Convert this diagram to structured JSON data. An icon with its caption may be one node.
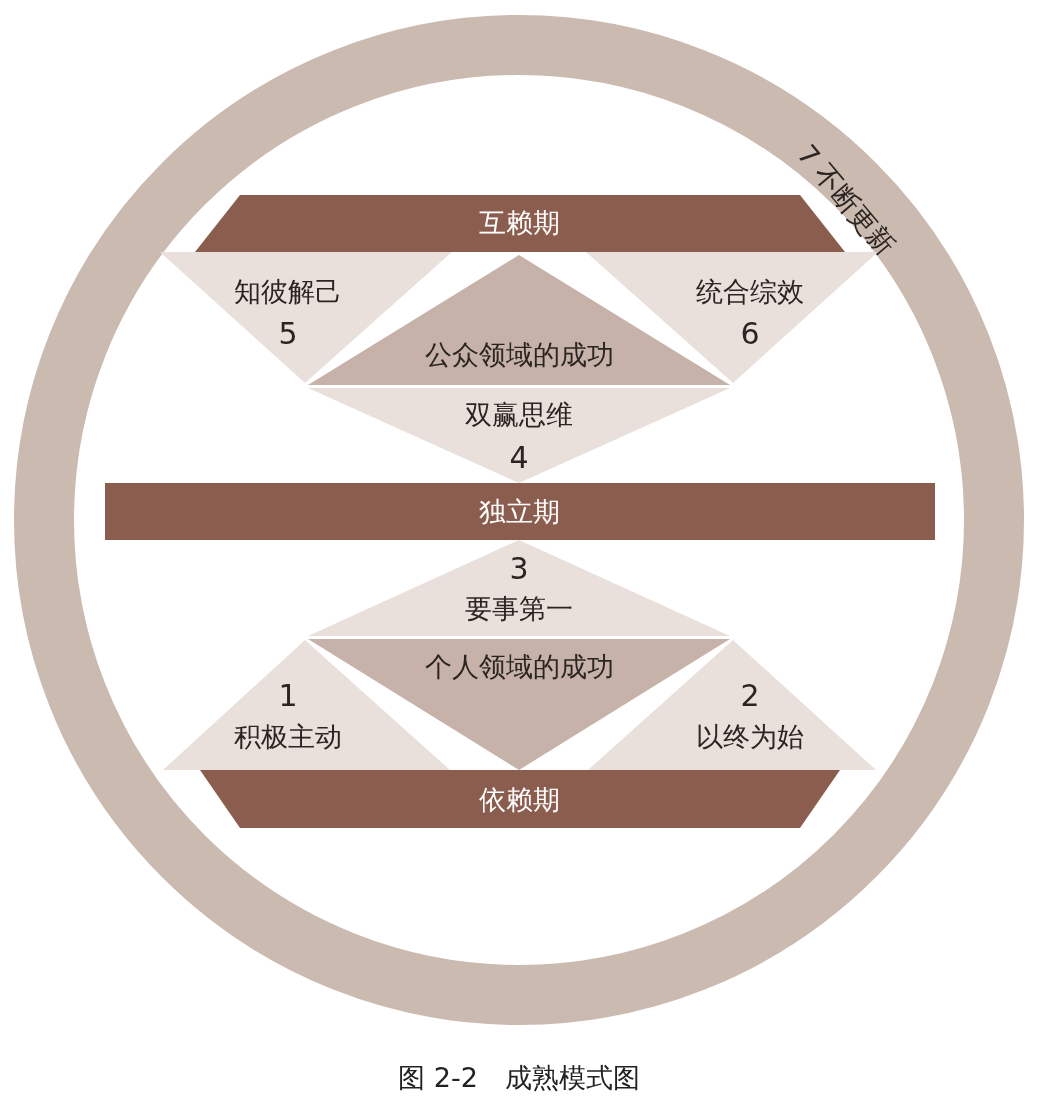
{
  "diagram": {
    "caption": "图 2-2　成熟模式图",
    "nodes": [
      {
        "text": [
          "7 不断更新"
        ]
      },
      {
        "text": [
          "互赖期"
        ],
        "in": 0
      },
      {
        "text": [
          "知彼解己",
          "5"
        ],
        "in": 0
      },
      {
        "text": [
          "公众领域的成功"
        ],
        "in": 0
      },
      {
        "text": [
          "统合综效",
          "6"
        ],
        "in": 0
      },
      {
        "text": [
          "双赢思维",
          "4"
        ],
        "in": 0
      },
      {
        "text": [
          "独立期"
        ],
        "in": 0
      },
      {
        "text": [
          "3",
          "要事第一"
        ],
        "in": 0
      },
      {
        "text": [
          "个人领域的成功"
        ],
        "in": 0
      },
      {
        "text": [
          "1",
          "积极主动"
        ],
        "in": 0
      },
      {
        "text": [
          "2",
          "以终为始"
        ],
        "in": 0
      },
      {
        "text": [
          "依赖期"
        ],
        "in": 0
      }
    ]
  }
}
